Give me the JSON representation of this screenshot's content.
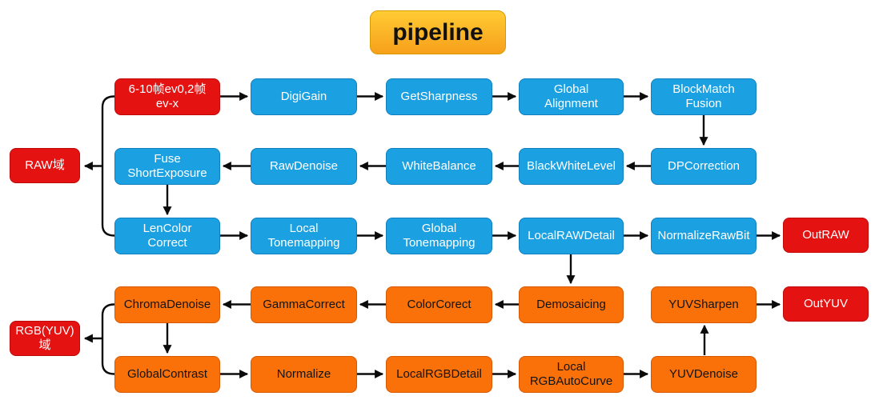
{
  "title": "pipeline",
  "colors": {
    "node_blue": "#1BA1E2",
    "node_orange": "#FA7109",
    "node_red": "#E51212",
    "title_gradient_top": "#FFCB33",
    "title_gradient_bottom": "#F7A01B",
    "arrow": "#000000",
    "blue_text": "#FFFFFF",
    "orange_text": "#131313",
    "red_text": "#FFFFFF"
  },
  "nodes": [
    {
      "id": "input-frames",
      "label": "6-10帧ev0,2帧\nev-x",
      "type": "red"
    },
    {
      "id": "digigain",
      "label": "DigiGain",
      "type": "blue"
    },
    {
      "id": "getsharpness",
      "label": "GetSharpness",
      "type": "blue"
    },
    {
      "id": "global-alignment",
      "label": "Global\nAlignment",
      "type": "blue"
    },
    {
      "id": "blockmatch-fusion",
      "label": "BlockMatch\nFusion",
      "type": "blue"
    },
    {
      "id": "raw-domain",
      "label": "RAW域",
      "type": "red"
    },
    {
      "id": "fuse-shortexposure",
      "label": "Fuse\nShortExposure",
      "type": "blue"
    },
    {
      "id": "rawdenoise",
      "label": "RawDenoise",
      "type": "blue"
    },
    {
      "id": "whitebalance",
      "label": "WhiteBalance",
      "type": "blue"
    },
    {
      "id": "blackwhitelevel",
      "label": "BlackWhiteLevel",
      "type": "blue"
    },
    {
      "id": "dpcorrection",
      "label": "DPCorrection",
      "type": "blue"
    },
    {
      "id": "lencolor-correct",
      "label": "LenColor\nCorrect",
      "type": "blue"
    },
    {
      "id": "local-tonemapping",
      "label": "Local\nTonemapping",
      "type": "blue"
    },
    {
      "id": "global-tonemapping",
      "label": "Global\nTonemapping",
      "type": "blue"
    },
    {
      "id": "localrawdetail",
      "label": "LocalRAWDetail",
      "type": "blue"
    },
    {
      "id": "normalizerawbit",
      "label": "NormalizeRawBit",
      "type": "blue"
    },
    {
      "id": "outraw",
      "label": "OutRAW",
      "type": "red"
    },
    {
      "id": "chromadenoise",
      "label": "ChromaDenoise",
      "type": "orange"
    },
    {
      "id": "gammacorrect",
      "label": "GammaCorrect",
      "type": "orange"
    },
    {
      "id": "colorcorect",
      "label": "ColorCorect",
      "type": "orange"
    },
    {
      "id": "demosaicing",
      "label": "Demosaicing",
      "type": "orange"
    },
    {
      "id": "yuvsharpen",
      "label": "YUVSharpen",
      "type": "orange"
    },
    {
      "id": "outyuv",
      "label": "OutYUV",
      "type": "red"
    },
    {
      "id": "rgb-domain",
      "label": "RGB(YUV)\n域",
      "type": "red"
    },
    {
      "id": "globalcontrast",
      "label": "GlobalContrast",
      "type": "orange"
    },
    {
      "id": "normalize",
      "label": "Normalize",
      "type": "orange"
    },
    {
      "id": "localrgbdetail",
      "label": "LocalRGBDetail",
      "type": "orange"
    },
    {
      "id": "local-rgbautocurve",
      "label": "Local\nRGBAutoCurve",
      "type": "orange"
    },
    {
      "id": "yuvdenoise",
      "label": "YUVDenoise",
      "type": "orange"
    }
  ],
  "edges": [
    {
      "from": "input-frames",
      "to": "digigain"
    },
    {
      "from": "digigain",
      "to": "getsharpness"
    },
    {
      "from": "getsharpness",
      "to": "global-alignment"
    },
    {
      "from": "global-alignment",
      "to": "blockmatch-fusion"
    },
    {
      "from": "blockmatch-fusion",
      "to": "dpcorrection"
    },
    {
      "from": "dpcorrection",
      "to": "blackwhitelevel"
    },
    {
      "from": "blackwhitelevel",
      "to": "whitebalance"
    },
    {
      "from": "whitebalance",
      "to": "rawdenoise"
    },
    {
      "from": "rawdenoise",
      "to": "fuse-shortexposure"
    },
    {
      "from": "fuse-shortexposure",
      "to": "lencolor-correct"
    },
    {
      "from": "lencolor-correct",
      "to": "local-tonemapping"
    },
    {
      "from": "local-tonemapping",
      "to": "global-tonemapping"
    },
    {
      "from": "global-tonemapping",
      "to": "localrawdetail"
    },
    {
      "from": "localrawdetail",
      "to": "normalizerawbit"
    },
    {
      "from": "normalizerawbit",
      "to": "outraw"
    },
    {
      "from": "localrawdetail",
      "to": "demosaicing"
    },
    {
      "from": "demosaicing",
      "to": "colorcorect"
    },
    {
      "from": "colorcorect",
      "to": "gammacorrect"
    },
    {
      "from": "gammacorrect",
      "to": "chromadenoise"
    },
    {
      "from": "chromadenoise",
      "to": "globalcontrast"
    },
    {
      "from": "globalcontrast",
      "to": "normalize"
    },
    {
      "from": "normalize",
      "to": "localrgbdetail"
    },
    {
      "from": "localrgbdetail",
      "to": "local-rgbautocurve"
    },
    {
      "from": "local-rgbautocurve",
      "to": "yuvdenoise"
    },
    {
      "from": "yuvdenoise",
      "to": "yuvsharpen"
    },
    {
      "from": "yuvsharpen",
      "to": "outyuv"
    },
    {
      "from": "raw-bracket(input-frames,fuse-shortexposure,lencolor-correct)",
      "to": "raw-domain"
    },
    {
      "from": "rgb-bracket(chromadenoise,globalcontrast)",
      "to": "rgb-domain"
    }
  ]
}
